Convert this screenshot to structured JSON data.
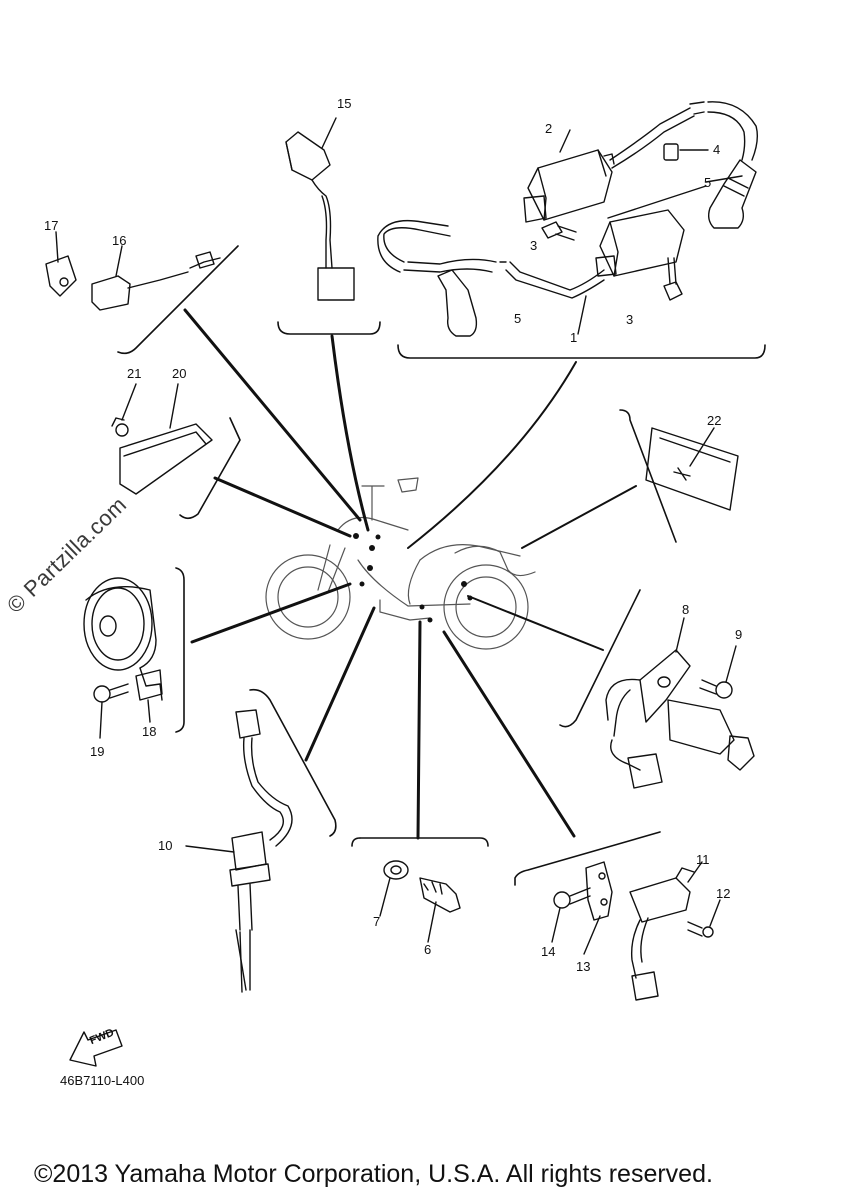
{
  "parts": [
    {
      "id": "1",
      "label": "1"
    },
    {
      "id": "2",
      "label": "2"
    },
    {
      "id": "3a",
      "label": "3"
    },
    {
      "id": "3b",
      "label": "3"
    },
    {
      "id": "4",
      "label": "4"
    },
    {
      "id": "5a",
      "label": "5"
    },
    {
      "id": "5b",
      "label": "5"
    },
    {
      "id": "6",
      "label": "6"
    },
    {
      "id": "7",
      "label": "7"
    },
    {
      "id": "8",
      "label": "8"
    },
    {
      "id": "9",
      "label": "9"
    },
    {
      "id": "10",
      "label": "10"
    },
    {
      "id": "11",
      "label": "11"
    },
    {
      "id": "12",
      "label": "12"
    },
    {
      "id": "13",
      "label": "13"
    },
    {
      "id": "14",
      "label": "14"
    },
    {
      "id": "15",
      "label": "15"
    },
    {
      "id": "16",
      "label": "16"
    },
    {
      "id": "17",
      "label": "17"
    },
    {
      "id": "18",
      "label": "18"
    },
    {
      "id": "19",
      "label": "19"
    },
    {
      "id": "20",
      "label": "20"
    },
    {
      "id": "21",
      "label": "21"
    },
    {
      "id": "22",
      "label": "22"
    }
  ],
  "watermark": "© Partzilla.com",
  "fwd_label": "FWD",
  "part_number": "46B7110-L400",
  "copyright": "©2013 Yamaha Motor Corporation, U.S.A. All rights reserved."
}
